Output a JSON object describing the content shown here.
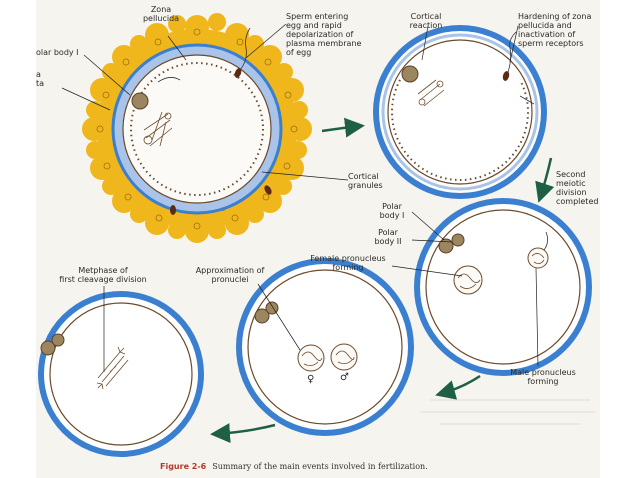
{
  "figure": {
    "number": "Figure 2-6",
    "caption": "Summary of the main events involved in fertilization."
  },
  "labels": {
    "zona_pellucida": "Zona\npellucida",
    "polar_body_1_cut": "olar body I",
    "corona_radiata_cut": "a\nta",
    "sperm_entering": "Sperm entering\negg and rapid\ndepolarization of\nplasma membrane\nof egg",
    "cortical_reaction": "Cortical\nreaction",
    "hardening_zona": "Hardening of zona\npellucida and\ninactivation of\nsperm receptors",
    "cortical_granules": "Cortical\ngranules",
    "second_meiotic": "Second\nmeiotic\ndivision\ncompleted",
    "polar_body_1": "Polar\nbody I",
    "polar_body_2": "Polar\nbody II",
    "female_pronucleus": "Female pronucleus\nforming",
    "metaphase": "Metphase of\nfirst cleavage division",
    "approximation": "Approximation of\npronuclei",
    "male_pronucleus": "Male pronucleus\nforming",
    "female_symbol": "♀",
    "male_symbol": "♂"
  },
  "colors": {
    "zona_blue": "#3a7fd0",
    "zona_light": "#a9c4e8",
    "corona_yellow": "#f0b71c",
    "arrow_green": "#1f5f46",
    "membrane": "#6b4a2c",
    "sperm_head": "#5a2a14"
  }
}
